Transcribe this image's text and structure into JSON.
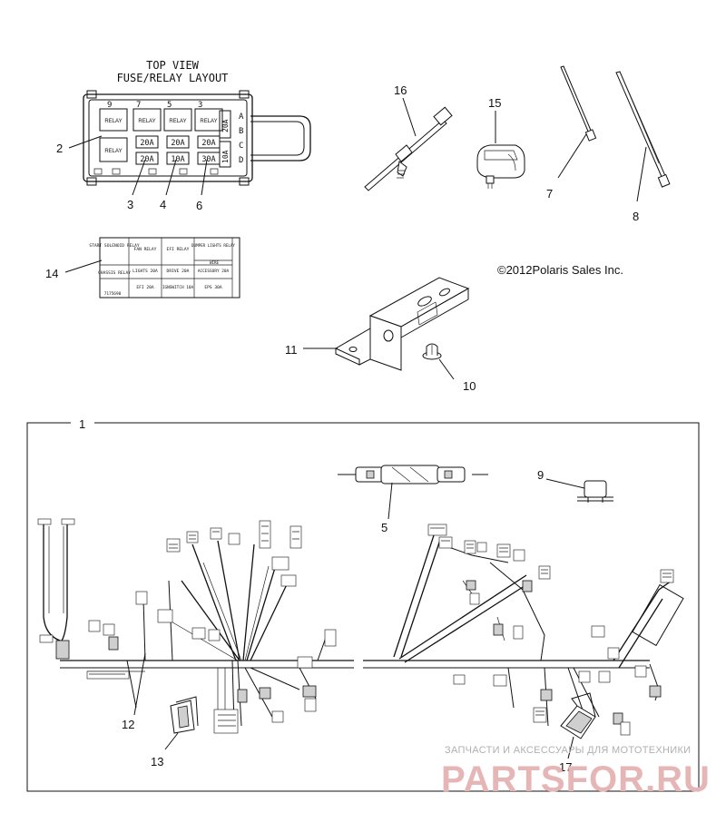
{
  "fuse_box": {
    "title_line1": "TOP VIEW",
    "title_line2": "FUSE/RELAY LAYOUT",
    "top_numbers": [
      "9",
      "7",
      "5",
      "3"
    ],
    "row_letters": [
      "A",
      "B",
      "C",
      "D"
    ],
    "relay_label": "RELAY",
    "mid_fuses": [
      "20A",
      "20A",
      "20A"
    ],
    "low_fuses": [
      "20A",
      "10A",
      "30A"
    ],
    "side_fuses": [
      "20A",
      "10A"
    ]
  },
  "decal": {
    "cells": {
      "start_solenoid": "START SOLENOID RELAY",
      "fan_relay": "FAN RELAY",
      "efi_relay": "EFI RELAY",
      "dumper": "DUMPER LIGHTS RELAY",
      "wire": "WIRE",
      "chassis_relay": "CHASSIS RELAY",
      "lights": "LIGHTS 20A",
      "drive": "DRIVE 20A",
      "accessory": "ACCESSORY 20A",
      "efi": "EFI 20A",
      "ign_switch": "IGNSWITCH 10A",
      "eps": "EPS 30A"
    },
    "part_number": "7175690"
  },
  "copyright": "©2012Polaris Sales Inc.",
  "callouts": {
    "c1": "1",
    "c2": "2",
    "c3": "3",
    "c4": "4",
    "c5": "5",
    "c6": "6",
    "c7": "7",
    "c8": "8",
    "c9": "9",
    "c10": "10",
    "c11": "11",
    "c12": "12",
    "c13": "13",
    "c14": "14",
    "c15": "15",
    "c16": "16",
    "c17": "17"
  },
  "watermark": {
    "line1": "ЗАПЧАСТИ И АКСЕССУАРЫ ДЛЯ МОТОТЕХНИКИ",
    "line2": "PARTSFOR.RU"
  }
}
